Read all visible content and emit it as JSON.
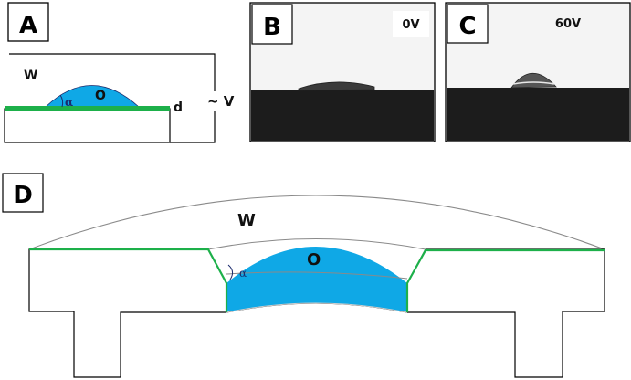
{
  "figure": {
    "panels": {
      "A": {
        "label": "A",
        "water_label": "W",
        "oil_label": "O",
        "angle_label": "α",
        "dielectric_label": "d",
        "voltage_label": "~ V"
      },
      "B": {
        "label": "B",
        "voltage": "0V"
      },
      "C": {
        "label": "C",
        "voltage": "60V"
      },
      "D": {
        "label": "D",
        "water_label": "W",
        "oil_label": "O",
        "angle_label": "α"
      }
    },
    "colors": {
      "oil": "#0fa8e6",
      "dielectric": "#1db04a",
      "outline": "#000000",
      "interface": "#8a8a8a",
      "substrate_dark": "#1c1c1c",
      "background_light": "#f4f4f4"
    }
  }
}
